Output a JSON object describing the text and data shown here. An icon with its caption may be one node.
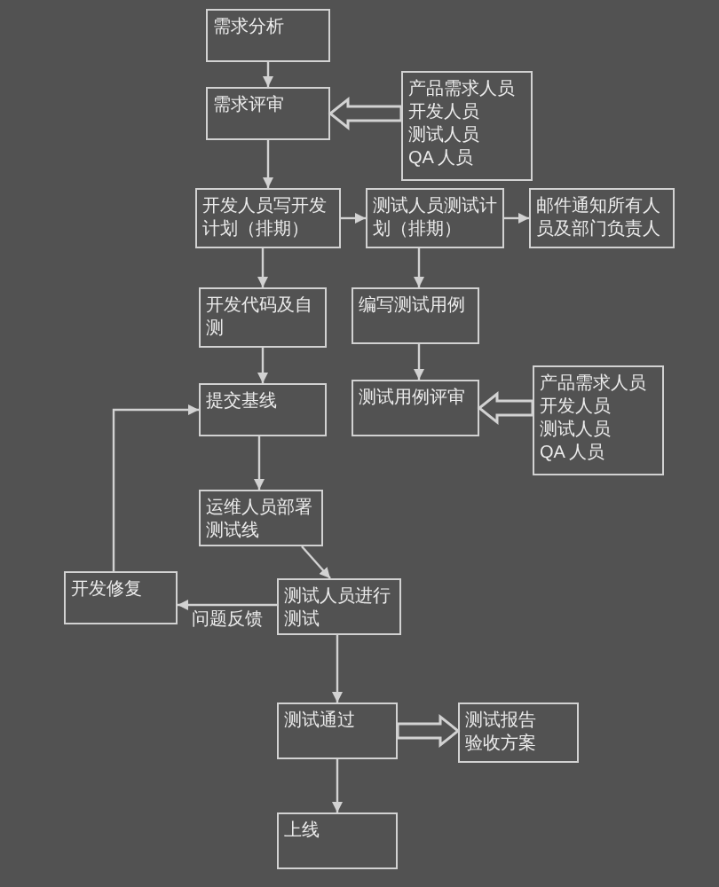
{
  "diagram": {
    "nodes": [
      {
        "text": [
          "需求分析"
        ]
      },
      {
        "text": [
          "需求评审"
        ]
      },
      {
        "text": [
          "产品需求人员",
          "开发人员",
          "测试人员",
          "QA 人员"
        ]
      },
      {
        "text": [
          "开发人员写开发计划（排期）"
        ]
      },
      {
        "text": [
          "测试人员测试计划（排期）"
        ]
      },
      {
        "text": [
          "邮件通知所有人员及部门负责人"
        ]
      },
      {
        "text": [
          "开发代码及自测"
        ]
      },
      {
        "text": [
          "编写测试用例"
        ]
      },
      {
        "text": [
          "提交基线"
        ]
      },
      {
        "text": [
          "测试用例评审"
        ]
      },
      {
        "text": [
          "产品需求人员",
          "开发人员",
          "测试人员",
          "QA 人员"
        ]
      },
      {
        "text": [
          "运维人员部署测试线"
        ]
      },
      {
        "text": [
          "开发修复"
        ]
      },
      {
        "text": [
          "测试人员进行测试"
        ]
      },
      {
        "text": [
          "测试通过"
        ]
      },
      {
        "text": [
          "测试报告",
          "验收方案"
        ]
      },
      {
        "text": [
          "上线"
        ]
      }
    ],
    "edges": [
      {
        "from": 0,
        "to": 1,
        "arrow": "to"
      },
      {
        "from": 2,
        "to": 1,
        "arrow": "to",
        "style": "thick"
      },
      {
        "from": 1,
        "to": 3,
        "arrow": "to"
      },
      {
        "from": 3,
        "to": 4,
        "arrow": "to"
      },
      {
        "from": 4,
        "to": 5,
        "arrow": "to"
      },
      {
        "from": 3,
        "to": 6,
        "arrow": "to"
      },
      {
        "from": 4,
        "to": 7,
        "arrow": "to"
      },
      {
        "from": 7,
        "to": 9,
        "arrow": "to"
      },
      {
        "from": 10,
        "to": 9,
        "arrow": "to",
        "style": "thick"
      },
      {
        "from": 6,
        "to": 8,
        "arrow": "to"
      },
      {
        "from": 8,
        "to": 11,
        "arrow": "to"
      },
      {
        "from": 11,
        "to": 13,
        "arrow": "to"
      },
      {
        "from": 13,
        "to": 12,
        "arrow": "to",
        "label": "问题反馈"
      },
      {
        "from": 12,
        "to": 8,
        "arrow": "to"
      },
      {
        "from": 13,
        "to": 14,
        "arrow": "to"
      },
      {
        "from": 14,
        "to": 15,
        "arrow": "to",
        "style": "thick"
      },
      {
        "from": 14,
        "to": 16,
        "arrow": "to"
      }
    ]
  }
}
